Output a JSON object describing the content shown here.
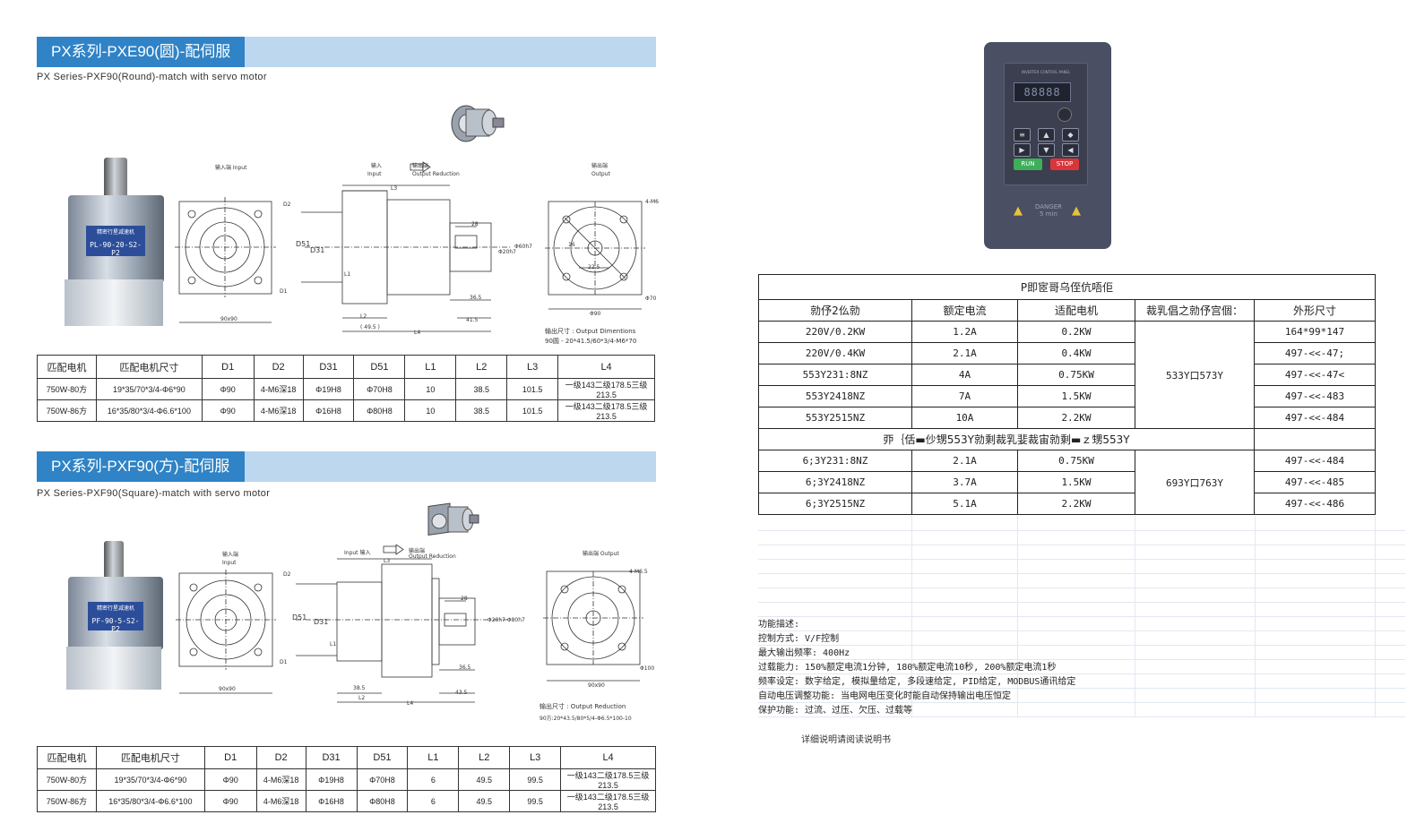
{
  "section1": {
    "title": "PX系列-PXE90(圆)-配伺服",
    "subtitle": "PX Series-PXF90(Round)-match with servo motor",
    "gear_label": "PL-90-20-S2-P2",
    "gear_top_label": "精密行星减速机",
    "drawing": {
      "input_label": "输入端  Input",
      "input_cn": "输入",
      "input_en": "Input",
      "output_red_cn": "输出端",
      "output_red_en": "Output Reduction",
      "output_cn": "输出端",
      "output_en": "Output",
      "dims": {
        "d2": "D2",
        "d1": "D1",
        "d51": "D51",
        "d31": "D31",
        "l1": "L1",
        "l2": "L2",
        "l3": "L3",
        "l4": "L4",
        "w90": "90x90",
        "d28": "28",
        "d365": "36.5",
        "d415": "41.5",
        "d495": "( 49.5 )",
        "phi90": "Φ90",
        "phi60": "Φ60h7",
        "phi20": "Φ20h7",
        "m6": "4-M6",
        "d16": "16",
        "d225": "22.5",
        "phi70": "Φ70"
      },
      "note_line1": "输出尺寸 : Output Dimentions",
      "note_line2": "90圆 - 20*41.5/60*3/4-M6*70"
    },
    "table": {
      "headers": [
        "匹配电机",
        "匹配电机尺寸",
        "D1",
        "D2",
        "D31",
        "D51",
        "L1",
        "L2",
        "L3",
        "L4"
      ],
      "rows": [
        [
          "750W-80方",
          "19*35/70*3/4-Φ6*90",
          "Φ90",
          "4-M6深18",
          "Φ19H8",
          "Φ70H8",
          "10",
          "38.5",
          "101.5",
          "一级143二级178.5三级213.5"
        ],
        [
          "750W-86方",
          "16*35/80*3/4-Φ6.6*100",
          "Φ90",
          "4-M6深18",
          "Φ16H8",
          "Φ80H8",
          "10",
          "38.5",
          "101.5",
          "一级143二级178.5三级213.5"
        ]
      ]
    }
  },
  "section2": {
    "title": "PX系列-PXF90(方)-配伺服",
    "subtitle": "PX Series-PXF90(Square)-match with servo motor",
    "gear_label": "PF-90-5-S2-P2",
    "gear_top_label": "精密行星减速机",
    "drawing": {
      "input_cn": "输入端",
      "input_en": "Input",
      "input_mid": "Input 输入",
      "output_red_cn": "输出端",
      "output_red_en": "Output Reduction",
      "output": "输出端  Output",
      "dims": {
        "d2": "D2",
        "d1": "D1",
        "d51": "D51",
        "d31": "D31",
        "l1": "L1",
        "l2": "L2",
        "l3": "L3",
        "l4": "L4",
        "w90": "90x90",
        "d28": "28",
        "d365": "36.5",
        "d385": "38.5",
        "d435": "43.5",
        "phi90": "90x90",
        "phi": "Φ20h7 Φ80h7",
        "m6": "4-M6.5",
        "phi100": "Φ100"
      },
      "note_line1": "输出尺寸 : Output Reduction",
      "note_line2": "90方:20*43.5/80*5/4-Φ6.5*100-10"
    },
    "table": {
      "headers": [
        "匹配电机",
        "匹配电机尺寸",
        "D1",
        "D2",
        "D31",
        "D51",
        "L1",
        "L2",
        "L3",
        "L4"
      ],
      "rows": [
        [
          "750W-80方",
          "19*35/70*3/4-Φ6*90",
          "Φ90",
          "4-M6深18",
          "Φ19H8",
          "Φ70H8",
          "6",
          "49.5",
          "99.5",
          "一级143二级178.5三级213.5"
        ],
        [
          "750W-86方",
          "16*35/80*3/4-Φ6.6*100",
          "Φ90",
          "4-M6深18",
          "Φ16H8",
          "Φ80H8",
          "6",
          "49.5",
          "99.5",
          "一级143二级178.5三级213.5"
        ]
      ]
    }
  },
  "inverter": {
    "display": "88888",
    "top_text": "INVERTER CONTROL PANEL",
    "run": "RUN",
    "stop": "STOP",
    "danger": "DANGER",
    "danger_sub": "5 min",
    "buttons": [
      "≡",
      "▲",
      "◆",
      "▶",
      "▼",
      "◀"
    ]
  },
  "inv_table": {
    "title": "P即宧哥乌侄伉唔佢",
    "headers": [
      "勍伃2仫勍",
      "额定电流",
      "适配电机",
      "裁乳倡之勍伃宫個：",
      "外形尺寸"
    ],
    "group1": [
      [
        "220V/0.2KW",
        "1.2A",
        "0.2KW",
        "164*99*147"
      ],
      [
        "220V/0.4KW",
        "2.1A",
        "0.4KW",
        "497-<<-47;"
      ],
      [
        "553Y231:8NZ",
        "4A",
        "0.75KW",
        "497-<<-47<"
      ],
      [
        "553Y2418NZ",
        "7A",
        "1.5KW",
        "497-<<-483"
      ],
      [
        "553Y2515NZ",
        "10A",
        "2.2KW",
        "497-<<-484"
      ]
    ],
    "group1_merged": "533Y口573Y",
    "divider": "丣｛佸▬仯甥553Y勍剩裁乳婓裁宙勍剩▬ｚ甥553Y",
    "group2": [
      [
        "6;3Y231:8NZ",
        "2.1A",
        "0.75KW",
        "497-<<-484"
      ],
      [
        "6;3Y2418NZ",
        "3.7A",
        "1.5KW",
        "497-<<-485"
      ],
      [
        "6;3Y2515NZ",
        "5.1A",
        "2.2KW",
        "497-<<-486"
      ]
    ],
    "group2_merged": "693Y口763Y"
  },
  "functions": [
    "功能描述:",
    "控制方式: V/F控制",
    "最大输出频率: 400Hz",
    "过载能力: 150%额定电流1分钟, 180%额定电流10秒, 200%额定电流1秒",
    "频率设定: 数字给定, 模拟量给定, 多段速给定, PID给定, MODBUS通讯给定",
    "自动电压调整功能: 当电网电压变化时能自动保持输出电压恒定",
    "保护功能: 过流、过压、欠压、过载等"
  ],
  "readmore": "详细说明请阅读说明书"
}
